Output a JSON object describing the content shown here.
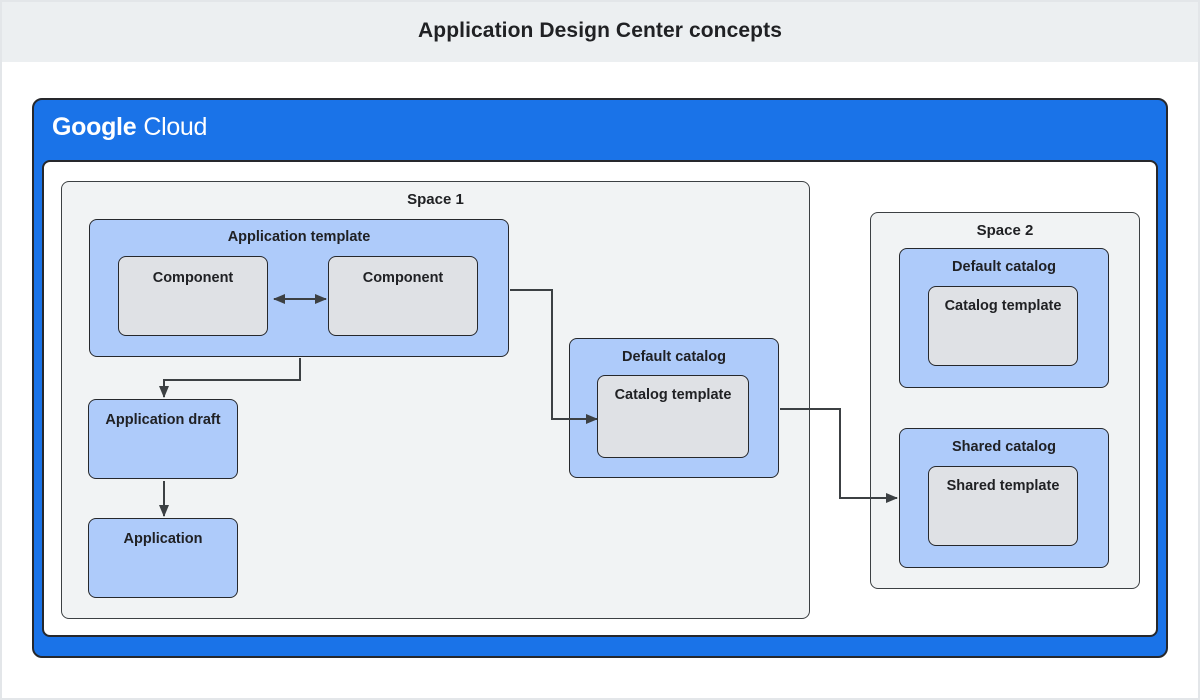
{
  "page": {
    "title": "Application Design Center concepts"
  },
  "logo": {
    "google": "Google",
    "cloud": "Cloud"
  },
  "diagram": {
    "space1": {
      "label": "Space 1",
      "application_template": {
        "label": "Application template",
        "component_left": {
          "label": "Component"
        },
        "component_right": {
          "label": "Component"
        }
      },
      "application_draft": {
        "label": "Application draft"
      },
      "application": {
        "label": "Application"
      },
      "default_catalog": {
        "label": "Default catalog",
        "catalog_template": {
          "label": "Catalog template"
        }
      }
    },
    "space2": {
      "label": "Space 2",
      "default_catalog": {
        "label": "Default catalog",
        "catalog_template": {
          "label": "Catalog template"
        }
      },
      "shared_catalog": {
        "label": "Shared catalog",
        "shared_template": {
          "label": "Shared template"
        }
      }
    },
    "edges": [
      {
        "from": "space1-component-left",
        "to": "space1-component-right",
        "direction": "bidirectional"
      },
      {
        "from": "space1-application-template",
        "to": "space1-default-catalog",
        "direction": "forward"
      },
      {
        "from": "space1-application-template",
        "to": "space1-application-draft",
        "direction": "forward"
      },
      {
        "from": "space1-application-draft",
        "to": "space1-application",
        "direction": "forward"
      },
      {
        "from": "space1-default-catalog",
        "to": "space2-shared-catalog",
        "direction": "forward"
      }
    ]
  },
  "colors": {
    "brand_blue": "#1a73e8",
    "node_blue": "#aecbfa",
    "node_gray": "#dfe1e5",
    "space_gray": "#f1f3f4",
    "title_band_gray": "#eceff1",
    "connector": "#3c4043",
    "text": "#202124"
  }
}
